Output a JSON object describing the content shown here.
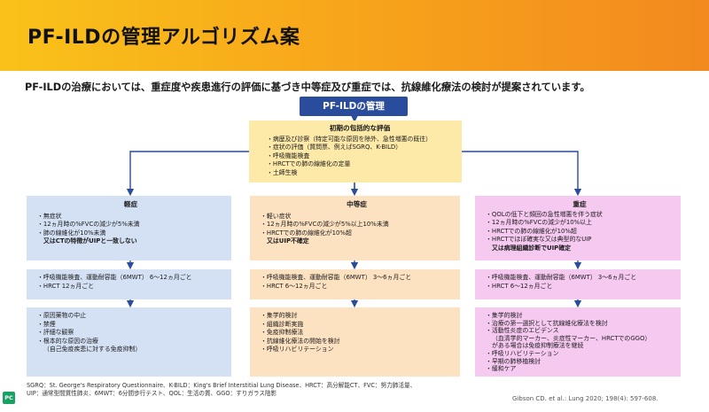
{
  "header": {
    "title": "PF-ILDの管理アルゴリズム案"
  },
  "lead_text": "PF-ILDの治療においては、重症度や疾患進行の評価に基づき中等症及び重症では、抗線維化療法の検討が提案されています。",
  "flow": {
    "root_label": "PF-ILDの管理",
    "initial": {
      "title": "初期の包括的な評価",
      "items": [
        "・病歴及び診察（特定可能な原因を除外、急性増悪の既往）",
        "・症状の評価（質問票、例えばSGRQ、K-BILD）",
        "・呼吸機能検査",
        "・HRCTでの肺の線維化の定量",
        "・土師生検"
      ]
    },
    "columns": [
      {
        "title": "軽症",
        "criteria": [
          {
            "text": "・無症状",
            "style": "normal"
          },
          {
            "text": "・12ヵ月時の%FVCの減少が5%未満",
            "style": "normal"
          },
          {
            "text": "・肺の線維化が10%未満",
            "style": "normal"
          },
          {
            "text": "又はCTの特徴がUIPと一致しない",
            "style": "bold"
          }
        ],
        "monitoring": [
          "・呼吸機能検査、運動耐容能（6MWT） 6〜12ヵ月ごと",
          "・HRCT 12ヵ月ごと"
        ],
        "management": [
          {
            "text": "・原因薬物の中止",
            "style": "normal"
          },
          {
            "text": "・禁煙",
            "style": "normal"
          },
          {
            "text": "・評細な観察",
            "style": "normal"
          },
          {
            "text": "・根本的な原因の治療",
            "style": "normal"
          },
          {
            "text": "（自己免疫疾患に対する免疫抑制）",
            "style": "indent"
          }
        ]
      },
      {
        "title": "中等症",
        "criteria": [
          {
            "text": "・軽い症状",
            "style": "normal"
          },
          {
            "text": "・12ヵ月時の%FVCの減少が5%以上10%未満",
            "style": "normal"
          },
          {
            "text": "・HRCTでの肺の線維化が10%超",
            "style": "normal"
          },
          {
            "text": "又はUIP不確定",
            "style": "bold"
          }
        ],
        "monitoring": [
          "・呼吸機能検査、運動耐容能（6MWT） 3〜6ヵ月ごと",
          "・HRCT 6〜12ヵ月ごと"
        ],
        "management": [
          {
            "text": "・集学的検討",
            "style": "normal"
          },
          {
            "text": "・組織診断実施",
            "style": "normal"
          },
          {
            "text": "・免疫抑制療法",
            "style": "normal"
          },
          {
            "text": "・抗線維化療法の開始を検討",
            "style": "normal"
          },
          {
            "text": "・呼吸リハビリテーション",
            "style": "normal"
          }
        ]
      },
      {
        "title": "重症",
        "criteria": [
          {
            "text": "・QOLの低下と頻回の急性増悪を伴う症状",
            "style": "normal"
          },
          {
            "text": "・12ヵ月時の%FVCの減少が10%以上",
            "style": "normal"
          },
          {
            "text": "・HRCTでの肺の線維化が10%超",
            "style": "normal"
          },
          {
            "text": "・HRCTでほぼ確実な又は典型的なUIP",
            "style": "normal"
          },
          {
            "text": "又は病理組織診断でUIP確定",
            "style": "bold"
          }
        ],
        "monitoring": [
          "・呼吸機能検査、運動耐容能（6MWT） 3〜6ヵ月ごと",
          "・HRCT 6〜12ヵ月ごと"
        ],
        "management": [
          {
            "text": "・集学的検討",
            "style": "normal"
          },
          {
            "text": "・治療の第一選択として抗線維化療法を検討",
            "style": "normal"
          },
          {
            "text": "・活動性炎症のエビデンス",
            "style": "normal"
          },
          {
            "text": "（血清学的マーカー、炎症性マーカー、HRCTでのGGO）",
            "style": "indent"
          },
          {
            "text": "がある場合は免疫抑制療法を継続",
            "style": "indent"
          },
          {
            "text": "・呼吸リハビリテーション",
            "style": "normal"
          },
          {
            "text": "・早期の肺移植検討",
            "style": "normal"
          },
          {
            "text": "・緩和ケア",
            "style": "normal"
          }
        ]
      }
    ]
  },
  "footnote": {
    "line1": "SGRQ：St. George's Respiratory Questionnaire、K-BILD：King's Brief Interstitial Lung Disease、HRCT：高分解能CT、FVC：努力肺活量、",
    "line2": "UIP：通常型間質性肺炎、6MWT：6分間歩行テスト、QOL：生活の質、GGO：すりガラス陰影"
  },
  "citation": "Gibson CD. et al.: Lung 2020; 198(4): 597-608.",
  "logo_text": "PC",
  "colors": {
    "header_gradient": [
      "#f9c21a",
      "#f28a1f"
    ],
    "root_pill": "#2a4c9c",
    "initial_box": "#fde9a8",
    "mild": "#d4e1f4",
    "moderate": "#fde2c2",
    "severe": "#f6c9f1",
    "connector": "#2a4c9c"
  }
}
